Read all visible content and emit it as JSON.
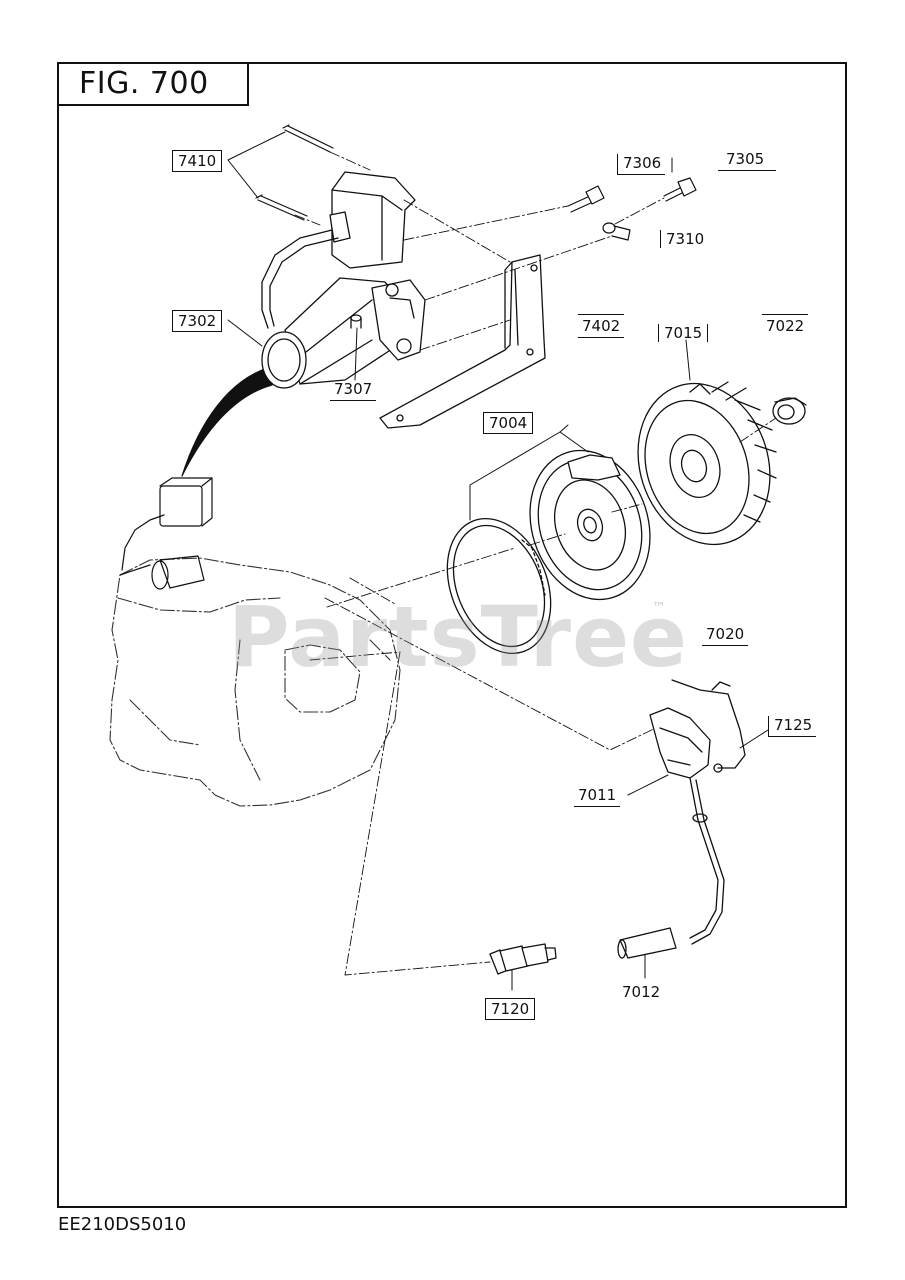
{
  "figure": {
    "title": "FIG. 700"
  },
  "document_code": "EE210DS5010",
  "watermark": {
    "text": "PartsTree",
    "mark": "™"
  },
  "part_labels": {
    "p7410": "7410",
    "p7306": "7306",
    "p7305": "7305",
    "p7310": "7310",
    "p7302": "7302",
    "p7402": "7402",
    "p7015": "7015",
    "p7022": "7022",
    "p7307": "7307",
    "p7004": "7004",
    "p7020": "7020",
    "p7125": "7125",
    "p7011": "7011",
    "p7120": "7120",
    "p7012": "7012"
  }
}
